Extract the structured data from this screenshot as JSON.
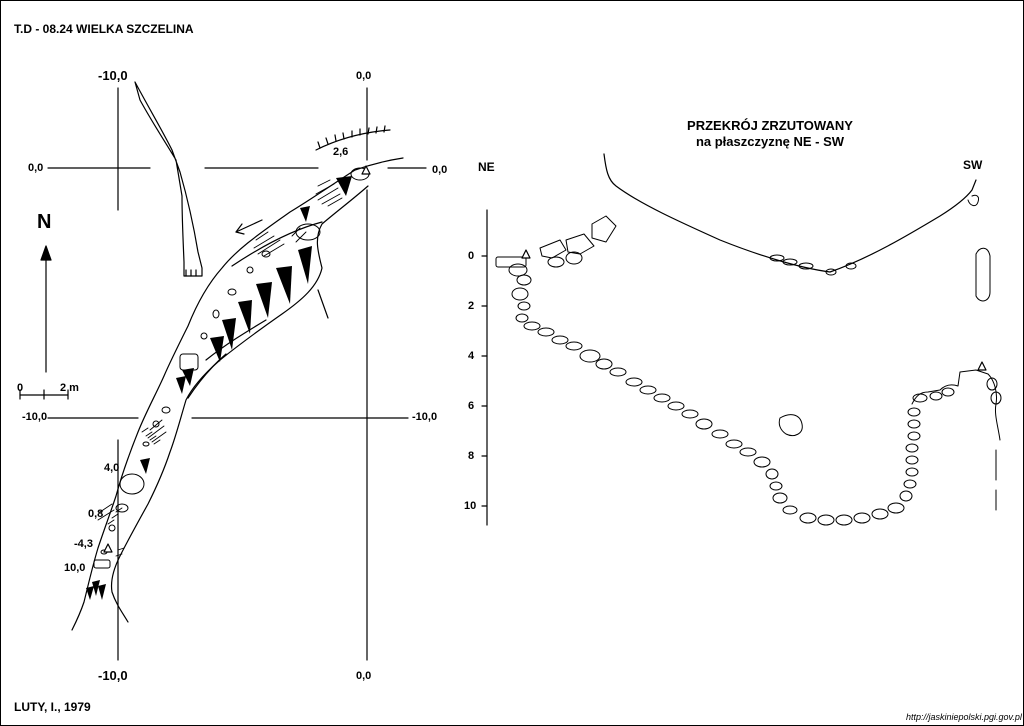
{
  "header": {
    "title": "T.D - 08.24  WIELKA SZCZELINA"
  },
  "credit": {
    "author": "LUTY, I., 1979"
  },
  "source": {
    "text": "http://jaskiniepolski.pgi.gov.pl"
  },
  "plan": {
    "north_label": "N",
    "scale": {
      "zero": "0",
      "length": "2 m"
    },
    "grid_labels": {
      "x_left_top": "-10,0",
      "x_right_top": "0,0",
      "y_top_left": "0,0",
      "y_top_right": "0,0",
      "y_mid_left": "-10,0",
      "y_mid_right": "-10,0",
      "x_left_bottom": "-10,0",
      "x_right_bottom": "0,0"
    },
    "depth_labels": [
      "2,6",
      "4,0",
      "0,8",
      "-4,3",
      "10,0"
    ]
  },
  "section": {
    "title": "PRZEKRÓJ ZRZUTOWANY",
    "subtitle": "na płaszczyznę  NE - SW",
    "left_direction": "NE",
    "right_direction": "SW",
    "depth_ticks": [
      "0",
      "2",
      "4",
      "6",
      "8",
      "10"
    ]
  },
  "colors": {
    "ink": "#000000",
    "paper": "#ffffff"
  }
}
